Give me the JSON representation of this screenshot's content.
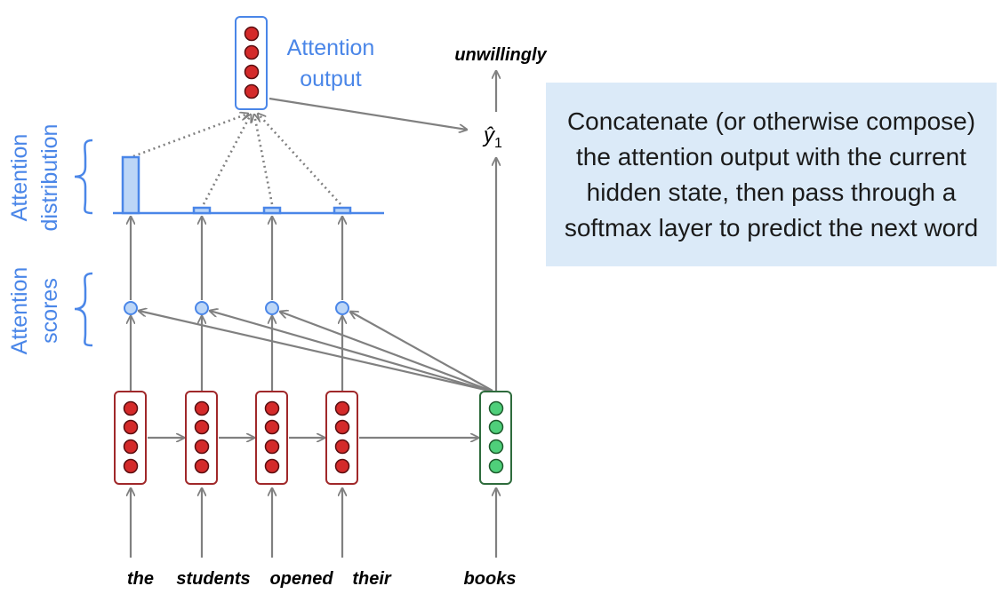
{
  "labels": {
    "attention_output_line1": "Attention",
    "attention_output_line2": "output",
    "attention_distribution_line1": "Attention",
    "attention_distribution_line2": "distribution",
    "attention_scores_line1": "Attention",
    "attention_scores_line2": "scores",
    "prediction": "unwillingly",
    "y_hat": "ŷ",
    "y_hat_subscript": "1"
  },
  "encoder_words": [
    "the",
    "students",
    "opened",
    "their"
  ],
  "decoder_word": "books",
  "attention_distribution": [
    0.9,
    0.07,
    0.07,
    0.07
  ],
  "note": "Concatenate (or otherwise compose) the attention output with the current hidden state, then pass through a softmax layer to predict the next word",
  "colors": {
    "arrow": "#808080",
    "blue": "#4a86e8",
    "bar_fill": "#bcd6f7",
    "encoder_border": "#a0282a",
    "encoder_dot": "#d42a2a",
    "decoder_border": "#2e6b3c",
    "decoder_dot": "#4fcf7a",
    "score_fill": "#bcd6f7",
    "note_bg": "#dbeaf8"
  }
}
